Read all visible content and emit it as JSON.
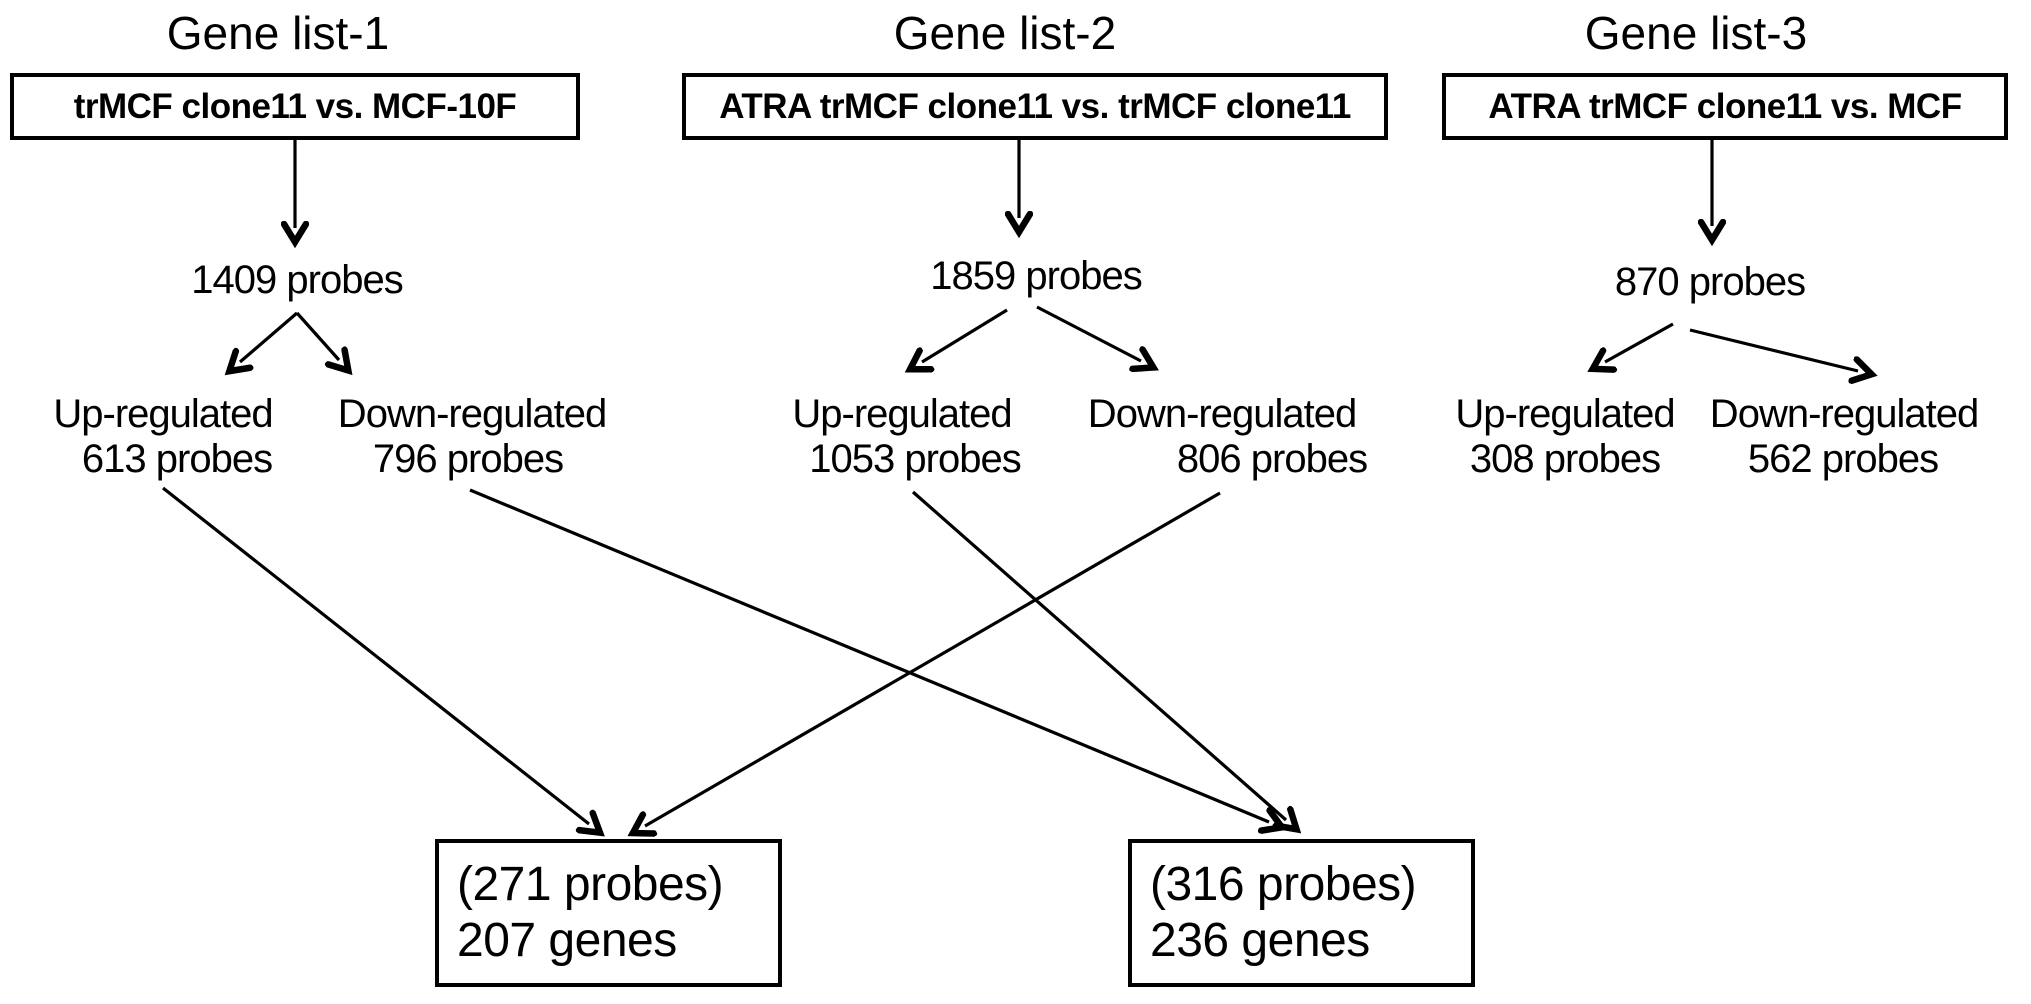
{
  "columns": [
    {
      "title": "Gene list-1",
      "comparison": "trMCF clone11 vs. MCF-10F",
      "total_probes": "1409 probes",
      "up_label": "Up-regulated",
      "up_probes": "613 probes",
      "down_label": "Down-regulated",
      "down_probes": "796 probes"
    },
    {
      "title": "Gene list-2",
      "comparison": "ATRA trMCF clone11 vs. trMCF clone11",
      "total_probes": "1859 probes",
      "up_label": "Up-regulated",
      "up_probes": "1053 probes",
      "down_label": "Down-regulated",
      "down_probes": "806 probes"
    },
    {
      "title": "Gene list-3",
      "comparison": "ATRA trMCF clone11 vs. MCF",
      "total_probes": "870 probes",
      "up_label": "Up-regulated",
      "up_probes": "308 probes",
      "down_label": "Down-regulated",
      "down_probes": "562 probes"
    }
  ],
  "intersections": [
    {
      "probes": "(271 probes)",
      "genes": "207 genes"
    },
    {
      "probes": "(316 probes)",
      "genes": "236 genes"
    }
  ],
  "connections": [
    {
      "from": "Gene list-1 Up-regulated 613 probes",
      "to": "(271 probes) 207 genes"
    },
    {
      "from": "Gene list-2 Down-regulated 806 probes",
      "to": "(271 probes) 207 genes"
    },
    {
      "from": "Gene list-1 Down-regulated 796 probes",
      "to": "(316 probes) 236 genes"
    },
    {
      "from": "Gene list-2 Up-regulated 1053 probes",
      "to": "(316 probes) 236 genes"
    }
  ],
  "colors": {
    "line": "#000000",
    "text": "#000000",
    "background": "#ffffff"
  }
}
